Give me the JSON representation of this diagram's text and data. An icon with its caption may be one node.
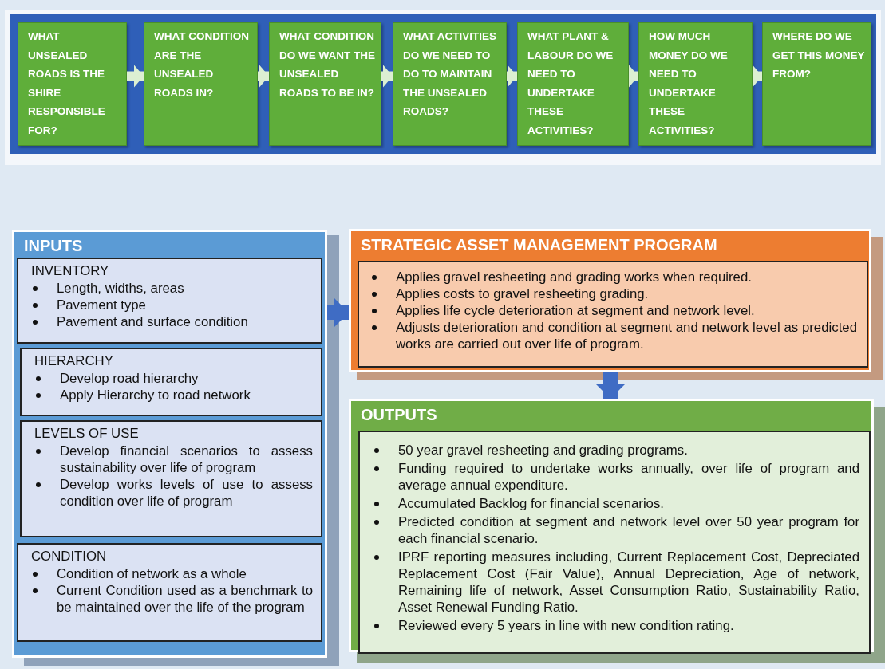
{
  "diagram": {
    "nodes": [
      {
        "text": [
          "WHAT UNSEALED ROADS IS THE SHIRE RESPONSIBLE FOR?"
        ]
      },
      {
        "text": [
          "WHAT CONDITION ARE THE UNSEALED ROADS IN?"
        ]
      },
      {
        "text": [
          "WHAT CONDITION DO WE WANT THE UNSEALED ROADS TO BE IN?"
        ]
      },
      {
        "text": [
          "WHAT ACTIVITIES DO WE NEED TO DO TO MAINTAIN THE UNSEALED ROADS?"
        ]
      },
      {
        "text": [
          "WHAT PLANT & LABOUR DO WE NEED TO UNDERTAKE THESE ACTIVITIES?"
        ]
      },
      {
        "text": [
          "HOW MUCH MONEY DO WE NEED TO UNDERTAKE THESE ACTIVITIES?"
        ]
      },
      {
        "text": [
          "WHERE DO WE GET THIS MONEY FROM?"
        ]
      },
      {
        "text": [
          "INPUTS"
        ]
      },
      {
        "text": [
          "INVENTORY",
          "Length, widths, areas",
          "Pavement type",
          "Pavement and surface condition"
        ],
        "in": 7
      },
      {
        "text": [
          "HIERARCHY",
          "Develop road hierarchy",
          "Apply Hierarchy to road network"
        ],
        "in": 7
      },
      {
        "text": [
          "LEVELS OF USE",
          "Develop financial scenarios to assess sustainability over life of program",
          "Develop works levels of use to assess condition over life of program"
        ],
        "in": 7
      },
      {
        "text": [
          "CONDITION",
          "Condition of network as a whole",
          "Current Condition used as a benchmark to be maintained over the life of the program"
        ],
        "in": 7
      },
      {
        "text": [
          "STRATEGIC ASSET MANAGEMENT PROGRAM"
        ]
      },
      {
        "text": [
          "Applies gravel resheeting and grading works when required.",
          "Applies costs to gravel resheeting grading.",
          "Applies life cycle deterioration at segment and network level.",
          "Adjusts deterioration and condition at segment and network level as predicted works are carried out over life of program."
        ],
        "in": 12
      },
      {
        "text": [
          "OUTPUTS"
        ]
      },
      {
        "text": [
          "50 year gravel resheeting and grading programs.",
          "Funding required to undertake works annually, over life of program and average annual expenditure.",
          "Accumulated Backlog for financial scenarios.",
          "Predicted condition at segment and network level over 50 year program for each financial scenario.",
          "IPRF reporting measures including, Current Replacement Cost, Depreciated Replacement Cost (Fair Value), Annual Depreciation, Age of network, Remaining life of network, Asset Consumption Ratio, Sustainability Ratio, Asset Renewal Funding Ratio.",
          "Reviewed every 5 years in line with new condition rating."
        ],
        "in": 14
      }
    ],
    "edges": [
      {
        "from": 0,
        "to": 1,
        "arrow": "to"
      },
      {
        "from": 1,
        "to": 2,
        "arrow": "to"
      },
      {
        "from": 2,
        "to": 3,
        "arrow": "to"
      },
      {
        "from": 3,
        "to": 4,
        "arrow": "to"
      },
      {
        "from": 4,
        "to": 5,
        "arrow": "to"
      },
      {
        "from": 5,
        "to": 6,
        "arrow": "to"
      },
      {
        "from": 7,
        "to": 12,
        "arrow": "to",
        "color": "#3f6cc4"
      },
      {
        "from": 12,
        "to": 14,
        "arrow": "to",
        "color": "#3f6cc4"
      }
    ]
  }
}
